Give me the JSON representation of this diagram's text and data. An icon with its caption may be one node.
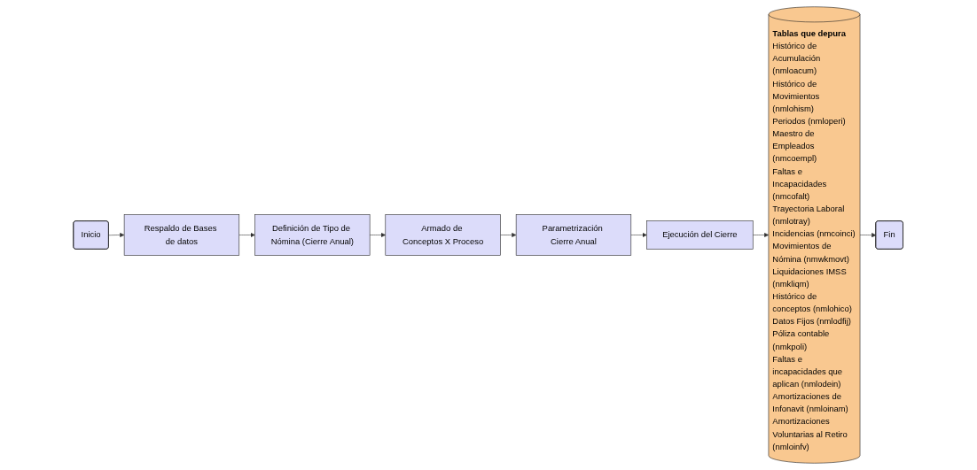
{
  "diagram": {
    "nodes": [
      {
        "text": [
          "Inicio"
        ]
      },
      {
        "text": [
          "Respaldo de Bases de datos"
        ]
      },
      {
        "text": [
          "Definición de Tipo de Nómina (Cierre Anual)"
        ]
      },
      {
        "text": [
          "Armado de Conceptos X Proceso"
        ]
      },
      {
        "text": [
          "Parametrización Cierre Anual"
        ]
      },
      {
        "text": [
          "Ejecución del Cierre"
        ]
      },
      {
        "text": [
          "Tablas que depura",
          "Histórico de Acumulación (nmloacum)",
          "Histórico de Movimientos (nmlohism)",
          "Periodos (nmloperi)",
          "Maestro de Empleados (nmcoempl)",
          "Faltas e Incapacidades (nmcofalt)",
          "Trayectoria Laboral (nmlotray)",
          "Incidencias (nmcoinci)",
          "Movimientos de Nómina (nmwkmovt)",
          "Liquidaciones IMSS (nmkliqm)",
          "Histórico de conceptos (nmlohico)",
          "Datos Fijos (nmlodfij)",
          "Póliza contable (nmkpoli)",
          "Faltas e incapacidades que aplican (nmlodein)",
          "Amortizaciones de Infonavit (nmloinam)",
          "Amortizaciones Voluntarias al Retiro (nmloinfv)"
        ]
      },
      {
        "text": [
          "Fin"
        ]
      }
    ],
    "edges": [
      {
        "from": 0,
        "to": 1,
        "arrow": "to"
      },
      {
        "from": 1,
        "to": 2,
        "arrow": "to"
      },
      {
        "from": 2,
        "to": 3,
        "arrow": "to"
      },
      {
        "from": 3,
        "to": 4,
        "arrow": "to"
      },
      {
        "from": 4,
        "to": 5,
        "arrow": "to"
      },
      {
        "from": 5,
        "to": 6,
        "arrow": "to"
      },
      {
        "from": 6,
        "to": 7,
        "arrow": "to"
      }
    ]
  }
}
